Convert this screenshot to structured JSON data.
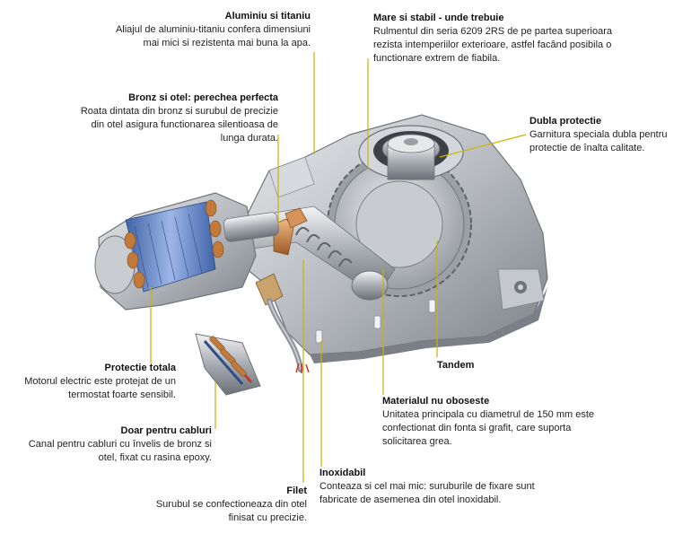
{
  "callouts": {
    "aluminiu": {
      "title": "Aluminiu si titaniu",
      "text": "Aliajul de aluminiu-titaniu confera dimensiuni mai mici si rezistenta mai buna la apa."
    },
    "bronz": {
      "title": "Bronz si otel: perechea perfecta",
      "text": "Roata dintata din bronz si surubul de precizie din otel asigura functionarea silentioasa de lunga durata."
    },
    "mare": {
      "title": "Mare si stabil - unde trebuie",
      "text": "Rulmentul din seria 6209 2RS de pe partea superioara rezista intemperiilor exterioare, astfel facând posibila o functionare extrem de fiabila."
    },
    "dubla": {
      "title": "Dubla protectie",
      "text": "Garnitura speciala dubla pentru protectie de înalta calitate."
    },
    "protectie": {
      "title": "Protectie totala",
      "text": "Motorul electric este protejat de un termostat foarte sensibil."
    },
    "doar": {
      "title": "Doar pentru cabluri",
      "text": "Canal pentru cabluri cu învelis de bronz si otel, fixat cu rasina epoxy."
    },
    "tandem": {
      "title": "Tandem",
      "text": ""
    },
    "material": {
      "title": "Materialul nu oboseste",
      "text": "Unitatea principala cu diametrul de 150 mm este confectionat din fonta si grafit, care suporta solicitarea grea."
    },
    "inox": {
      "title": "Inoxidabil",
      "text": "Conteaza si cel mai mic: suruburile de fixare sunt fabricate de asemenea din otel inoxidabil."
    },
    "filet": {
      "title": "Filet",
      "text": "Surubul se confectioneaza din otel finisat cu precizie."
    }
  },
  "colors": {
    "leader": "#c9b400",
    "text": "#222222",
    "housing": "#b9bdc2",
    "coil": "#5f86c8",
    "bronze": "#c27a3a"
  }
}
